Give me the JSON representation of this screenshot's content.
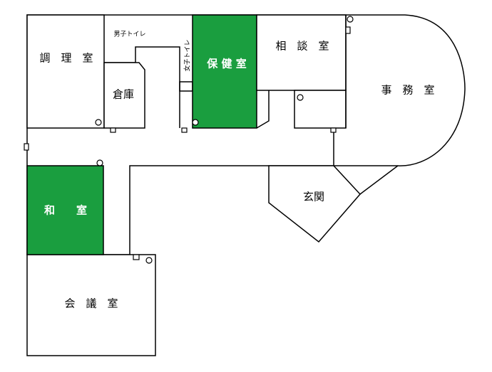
{
  "rooms": {
    "kitchen": "調　理　室",
    "mens_toilet": "男子トイレ",
    "womens_toilet": "女子トイレ",
    "storage": "倉庫",
    "health_room": "保 健 室",
    "consultation": "相　談　室",
    "office": "事　務　室",
    "japanese_room": "和　　室",
    "entrance": "玄関",
    "meeting_room": "会　議　室"
  },
  "colors": {
    "highlight": "#1a9e3f",
    "wall": "#000000",
    "background": "#ffffff"
  }
}
